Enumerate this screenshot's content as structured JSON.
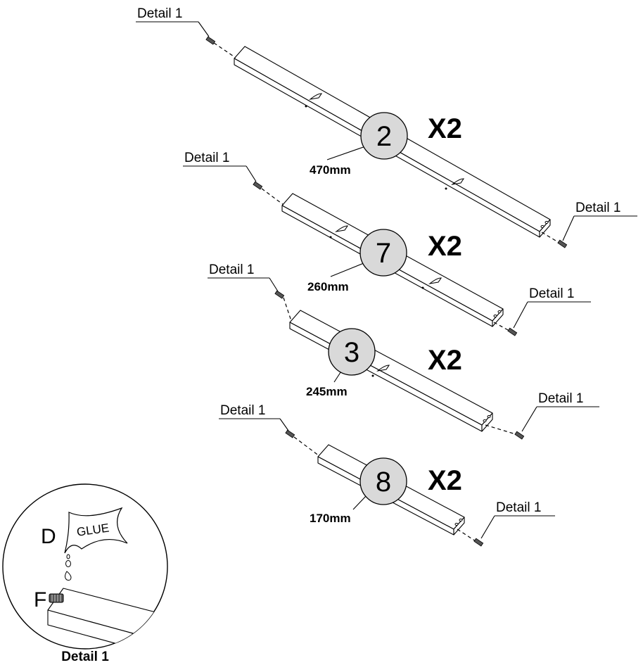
{
  "detail_label": "Detail 1",
  "parts": [
    {
      "number": "2",
      "quantity": "X2",
      "length": "470mm"
    },
    {
      "number": "7",
      "quantity": "X2",
      "length": "260mm"
    },
    {
      "number": "3",
      "quantity": "X2",
      "length": "245mm"
    },
    {
      "number": "8",
      "quantity": "X2",
      "length": "170mm"
    }
  ],
  "detail_inset": {
    "title": "Detail 1",
    "glue_label": "GLUE",
    "glue_letter": "D",
    "dowel_letter": "F"
  }
}
